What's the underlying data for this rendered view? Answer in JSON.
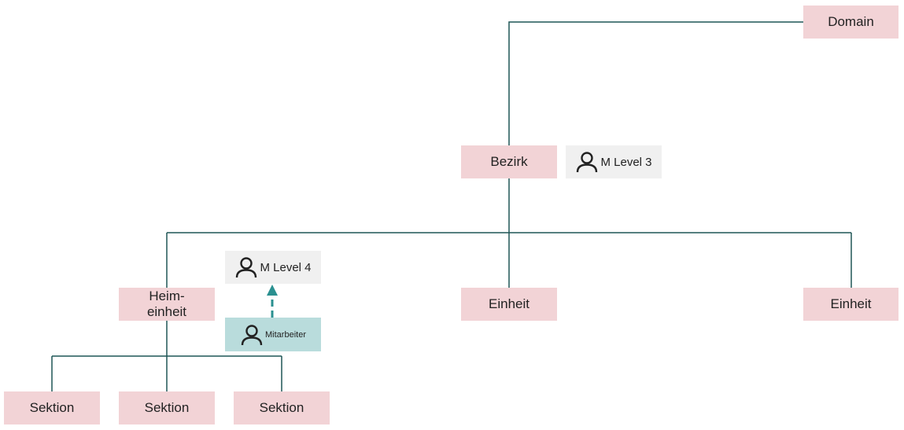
{
  "colors": {
    "org_box": "#f2d3d6",
    "person_box": "#f0f0f0",
    "highlight_box": "#b9dcdc",
    "connector_line": "#1f5656",
    "arrow": "#2a9090",
    "text": "#222222"
  },
  "nodes": {
    "domain": "Domain",
    "bezirk": "Bezirk",
    "level3": "M Level 3",
    "heim_line1": "Heim-",
    "heim_line2": "einheit",
    "level4": "M Level 4",
    "mitarbeiter": "Mitarbeiter",
    "einheit_middle": "Einheit",
    "einheit_right": "Einheit",
    "sektion_1": "Sektion",
    "sektion_2": "Sektion",
    "sektion_3": "Sektion"
  },
  "icons": {
    "person": "person-outline-icon"
  }
}
